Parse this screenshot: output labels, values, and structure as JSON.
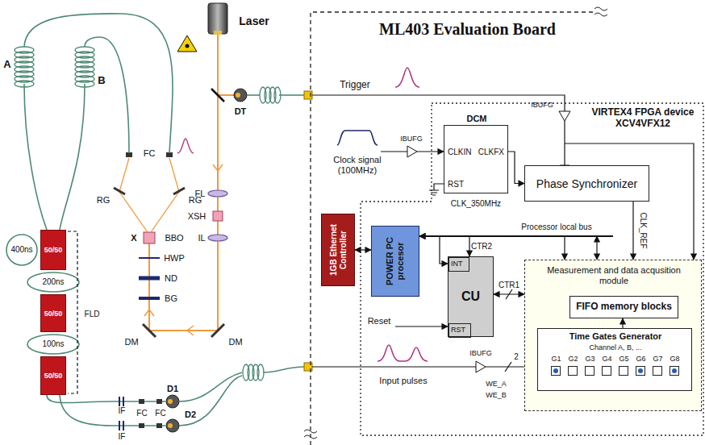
{
  "diagram": {
    "nodes": [
      {
        "text": [
          "50/50"
        ]
      },
      {
        "text": [
          "50/50"
        ]
      },
      {
        "text": [
          "50/50"
        ]
      },
      {
        "text": [
          "ML403 Evaluation Board"
        ]
      },
      {
        "text": [
          "VIRTEX4 FPGA device XCV4VFX12"
        ],
        "in": 3
      },
      {
        "text": [
          "DCM",
          "CLKIN",
          "CLKFX",
          "RST"
        ],
        "in": 4
      },
      {
        "text": [
          "Phase Synchronizer"
        ],
        "in": 4
      },
      {
        "text": [
          "1GB Ethernet Controller"
        ],
        "in": 3
      },
      {
        "text": [
          "POWER PC procesor"
        ],
        "in": 4
      },
      {
        "text": [
          "CU",
          "INT",
          "RST"
        ],
        "in": 4
      },
      {
        "text": [
          "Measurement and data acqusition module"
        ],
        "in": 4
      },
      {
        "text": [
          "FIFO memory blocks"
        ],
        "in": 10
      },
      {
        "text": [
          "Time Gates Generator",
          "Channel A, B, ...",
          "G1",
          "G2",
          "G3",
          "G4",
          "G5",
          "G6",
          "G7",
          "G8"
        ],
        "in": 10
      }
    ],
    "edges": [
      {
        "from": 5,
        "to": 6,
        "arrow": "to"
      },
      {
        "from": 6,
        "to": 10,
        "label": "CLK_REF",
        "arrow": "to"
      },
      {
        "from": 7,
        "to": 8,
        "arrow": "both"
      },
      {
        "from": 8,
        "to": 9,
        "label": "CTR2",
        "arrow": "both"
      },
      {
        "from": 8,
        "to": 10,
        "arrow": "both"
      },
      {
        "from": 9,
        "to": 10,
        "label": "CTR1",
        "arrow": "both"
      },
      {
        "from": 12,
        "to": 11,
        "arrow": "to"
      }
    ],
    "labels": [
      "Laser",
      "A",
      "B",
      "FC",
      "RG",
      "RG",
      "X",
      "BBO",
      "HWP",
      "ND",
      "BG",
      "DM",
      "DM",
      "FL",
      "XSH",
      "IL",
      "DT",
      "400ns",
      "200ns",
      "100ns",
      "FLD",
      "IF",
      "IF",
      "FC",
      "FC",
      "D1",
      "D2",
      "Trigger",
      "Clock signal (100MHz)",
      "IBUFG",
      "IBUFG",
      "CLK_350MHz",
      "Processor local bus",
      "Reset",
      "Input pulses",
      "IBUFG",
      "2",
      "WE_A",
      "WE_B"
    ]
  }
}
